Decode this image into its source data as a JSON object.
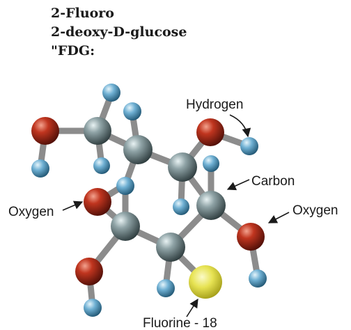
{
  "title": {
    "line1": "2-Fluoro",
    "line2": "2-deoxy-D-glucose",
    "line3": "\"FDG:"
  },
  "labels": {
    "hydrogen": "Hydrogen",
    "carbon": "Carbon",
    "oxygen_left": "Oxygen",
    "oxygen_right": "Oxygen",
    "fluorine": "Fluorine - 18"
  },
  "colors": {
    "carbon": "#5d7073",
    "oxygen": "#b5301f",
    "hydrogen": "#5b9fc4",
    "fluorine": "#e3e04a",
    "bond": "#8a8a8a"
  }
}
